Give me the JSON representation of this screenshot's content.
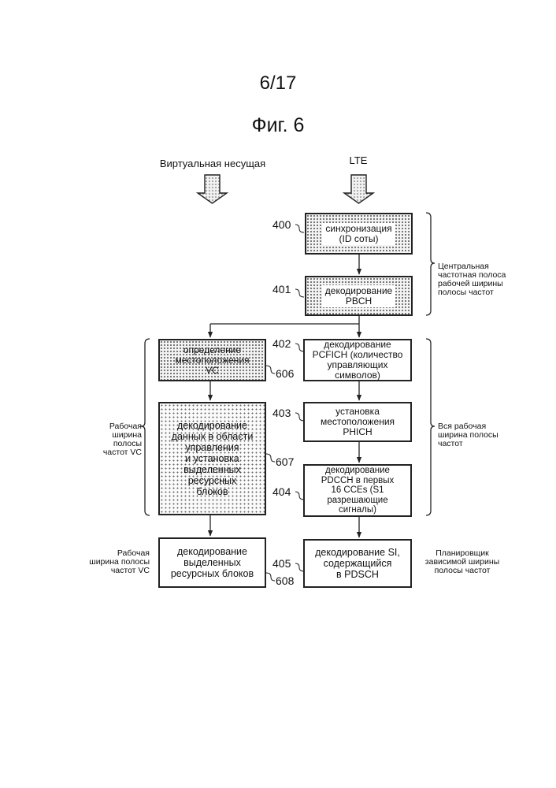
{
  "page_number": "6/17",
  "figure_title": "Фиг. 6",
  "columns": {
    "virtual_carrier": "Виртуальная несущая",
    "lte": "LTE"
  },
  "boxes": {
    "b400": "синхронизация\n(ID соты)",
    "b401": "декодирование\nPBCH",
    "b402": "декодирование\nPCFICH (количество\nуправляющих\nсимволов)",
    "b403": "установка\nместоположения\nPHICH",
    "b404": "декодирование\nPDCCH в первых\n16 CCEs (S1\nразрешающие сигналы)",
    "b405": "декодирование SI,\nсодержащийся\nв PDSCH",
    "b606": "определение\nместоположения\nVC",
    "b607": "декодирование\nданных в области\nуправления\nи установка\nвыделенных\nресурсных\nблоков",
    "b608": "декодирование\nвыделенных\nресурсных блоков"
  },
  "refs": {
    "r400": "400",
    "r401": "401",
    "r402": "402",
    "r403": "403",
    "r404": "404",
    "r405": "405",
    "r606": "606",
    "r607": "607",
    "r608": "608"
  },
  "side_labels": {
    "central_band": "Центральная\nчастотная полоса\nрабочей ширины\nполосы частот",
    "full_band": "Вся рабочая\nширина полосы\nчастот",
    "vc_band_left": "Рабочая\nширина полосы\nчастот VC",
    "vc_band_bottom": "Рабочая\nширина полосы\nчастот VC",
    "scheduler": "Планировщик\nзависимой ширины\nполосы частот"
  }
}
